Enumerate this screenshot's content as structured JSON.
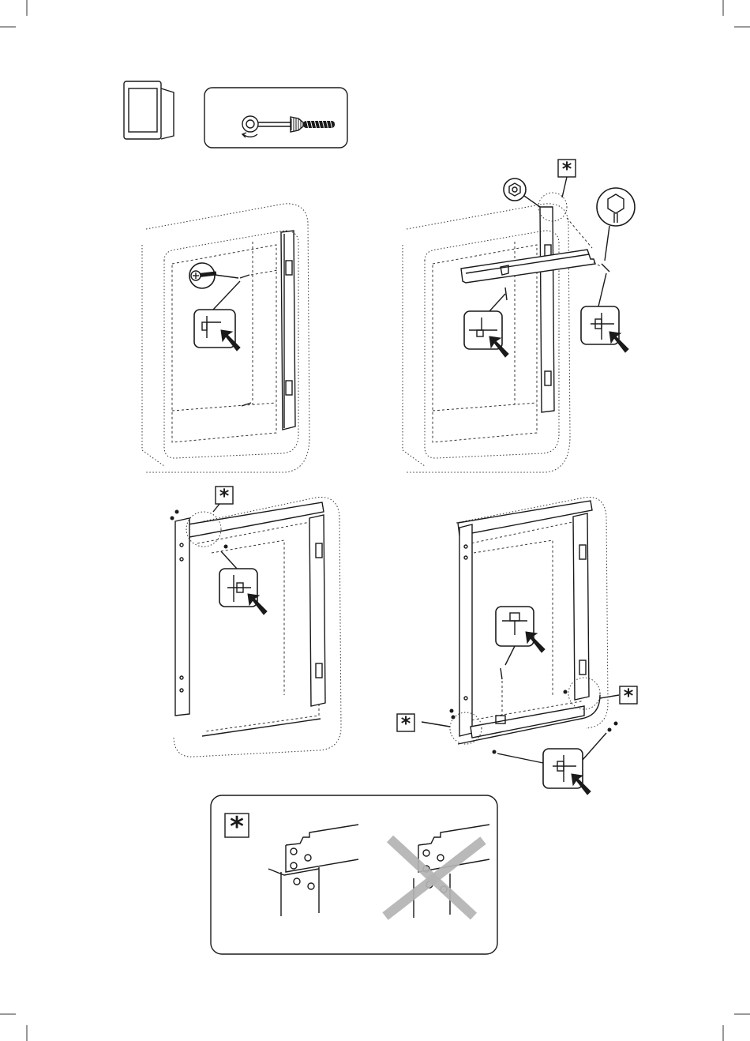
{
  "page": {
    "star_symbol": "*",
    "colors": {
      "ink": "#1a1a1a",
      "wrong_cross": "#b4b4b4",
      "background": "#ffffff"
    }
  },
  "legend": {
    "book_icon": "manual-book-icon",
    "tool_icon": "screwdriver-rotate-icon"
  },
  "steps": [
    {
      "id": 1,
      "icons": [
        "screw-magnifier-icon",
        "fastener-callout-icon"
      ]
    },
    {
      "id": 2,
      "icons": [
        "nut-magnifier-icon",
        "bolt-magnifier-icon",
        "fastener-callout-icon"
      ],
      "markers": [
        "*"
      ]
    },
    {
      "id": 3,
      "icons": [
        "fastener-callout-icon"
      ],
      "markers": [
        "*"
      ]
    },
    {
      "id": 4,
      "icons": [
        "fastener-callout-icon",
        "top-fastener-callout-icon"
      ],
      "markers": [
        "*",
        "*"
      ]
    }
  ],
  "detail": {
    "marker": "*",
    "correct_icon": "correct-alignment-detail",
    "wrong_icon": "wrong-alignment-cross-icon"
  }
}
